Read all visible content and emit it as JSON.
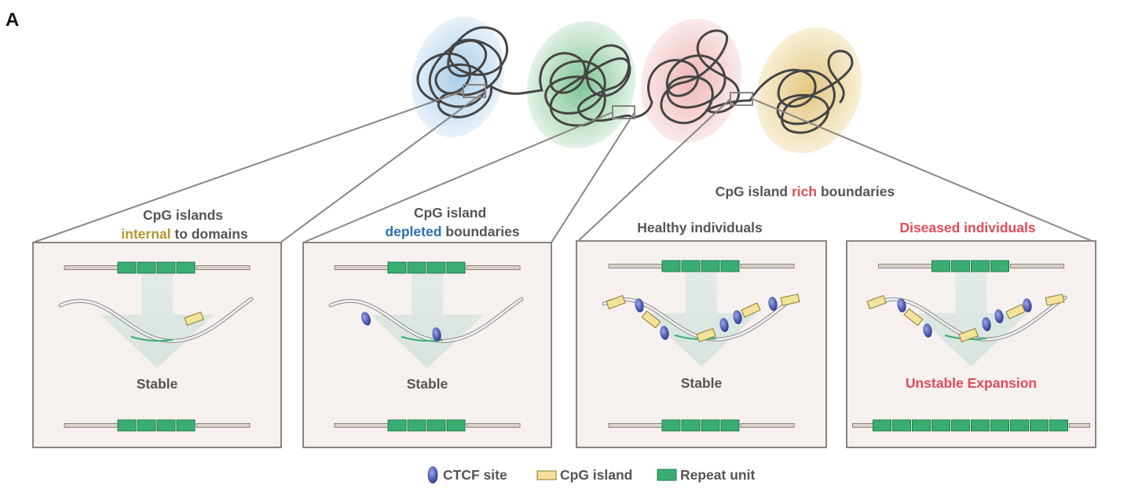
{
  "figure_label": "A",
  "header_rich": {
    "prefix": "CpG island ",
    "highlight": "rich",
    "suffix": " boundaries",
    "highlight_color": "#e14b57"
  },
  "panels": [
    {
      "id": "internal",
      "title_line1": "CpG islands",
      "title_line2_highlight": "internal",
      "title_line2_suffix": " to domains",
      "highlight_color": "#b3962a",
      "outcome": "Stable",
      "outcome_color": "#555555",
      "repeats_before": 4,
      "repeats_after": 4
    },
    {
      "id": "depleted",
      "title_line1": "CpG island",
      "title_line2_highlight": "depleted",
      "title_line2_suffix": " boundaries",
      "highlight_color": "#2f6fb5",
      "outcome": "Stable",
      "outcome_color": "#555555",
      "repeats_before": 4,
      "repeats_after": 4
    },
    {
      "id": "healthy",
      "title_line1": "Healthy individuals",
      "outcome": "Stable",
      "outcome_color": "#555555",
      "title_color": "#555555",
      "repeats_before": 4,
      "repeats_after": 4
    },
    {
      "id": "diseased",
      "title_line1": "Diseased individuals",
      "outcome": "Unstable Expansion",
      "outcome_color": "#e14b57",
      "title_color": "#e14b57",
      "repeats_before": 4,
      "repeats_after": 10
    }
  ],
  "legend": {
    "ctcf": "CTCF site",
    "cpg": "CpG island",
    "repeat": "Repeat unit"
  },
  "colors": {
    "repeat": "#3aae72",
    "cpg": "#f2e39a",
    "ctcf": "#4b5bb8",
    "panel_bg": "#f6f1ef",
    "panel_border": "#8a8580",
    "domain_blue": "#bcd9ef",
    "domain_green": "#9fd1ad",
    "domain_pink": "#f2c7c9",
    "domain_gold": "#ecd9a6"
  }
}
